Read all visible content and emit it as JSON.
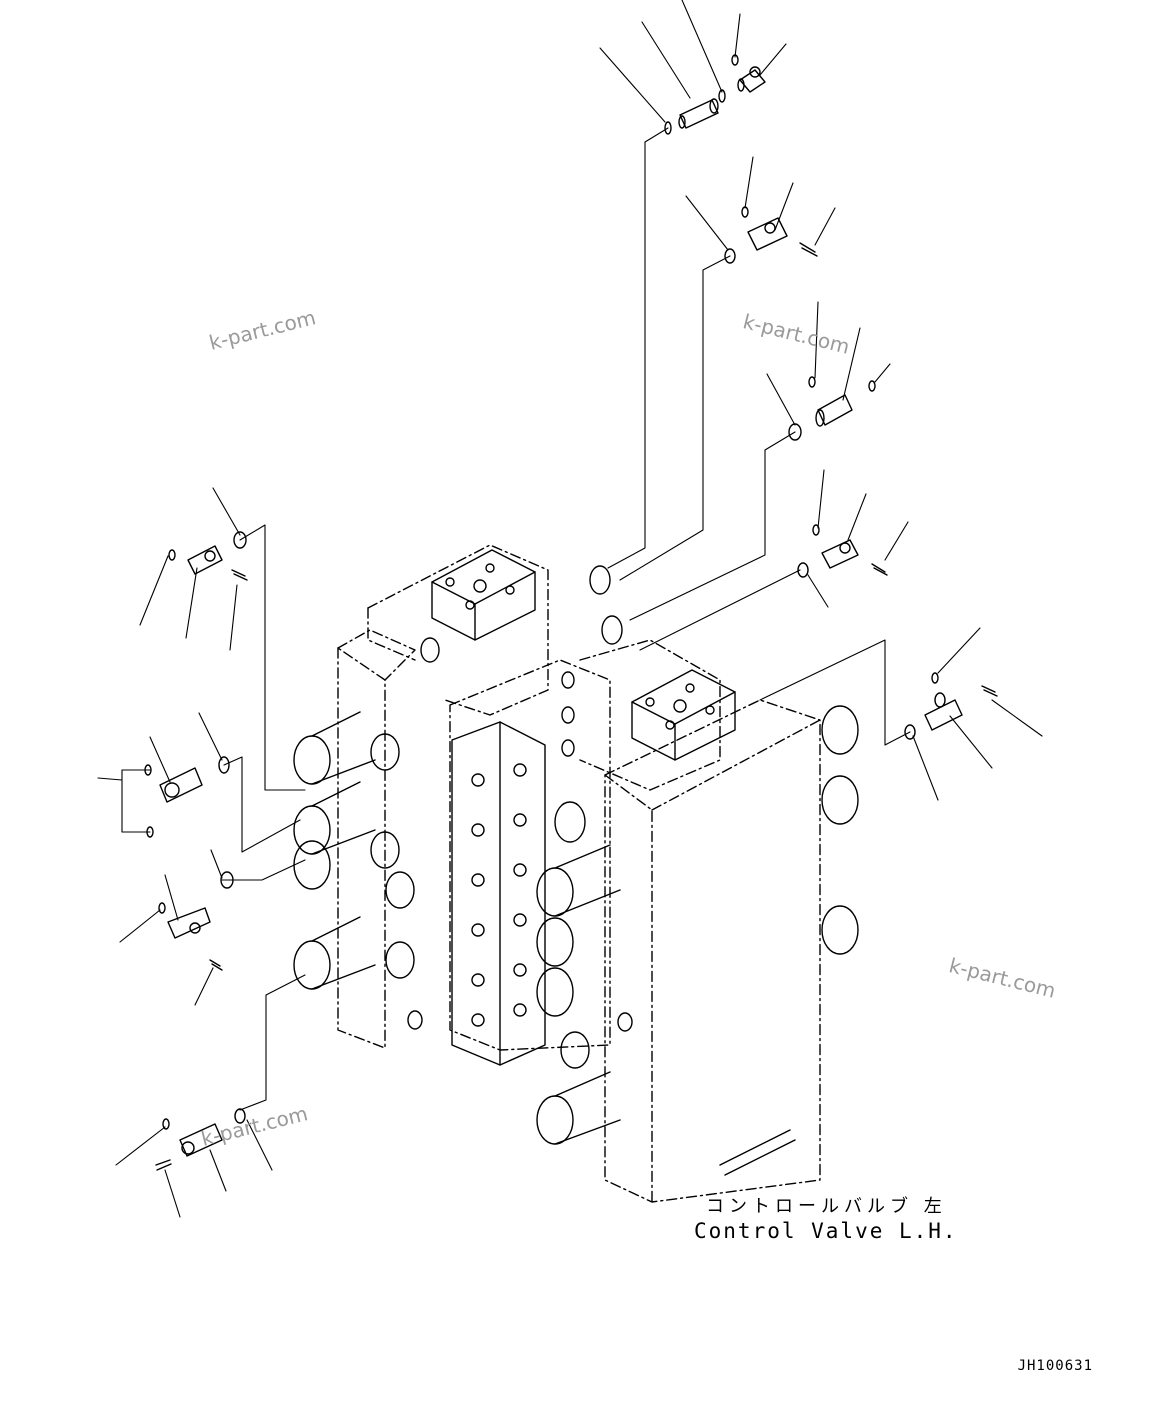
{
  "caption": {
    "title_ja": "コントロールバルブ 左",
    "title_en": "Control Valve L.H."
  },
  "reference_code": "JH100631",
  "watermarks": [
    "k-part.com",
    "k-part.com",
    "k-part.com",
    "k-part.com"
  ]
}
